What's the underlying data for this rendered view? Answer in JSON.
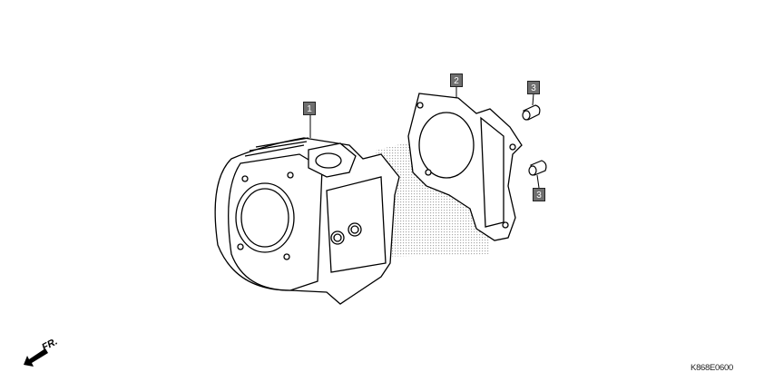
{
  "diagram": {
    "callouts": [
      {
        "label": "1",
        "part": "cylinder"
      },
      {
        "label": "2",
        "part": "cylinder-gasket"
      },
      {
        "label": "3",
        "part": "dowel-pin-upper"
      },
      {
        "label": "3",
        "part": "dowel-pin-lower"
      }
    ],
    "direction_label": "FR.",
    "diagram_code": "K868E0600",
    "colors": {
      "callout_fill": "#6f6f6f",
      "line": "#000000",
      "watermark": "#b8b8b8"
    }
  }
}
